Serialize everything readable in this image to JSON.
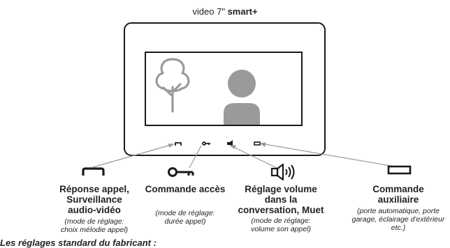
{
  "title": {
    "prefix": "video 7\"",
    "brand": "smart+"
  },
  "functions": [
    {
      "icon": "handset-icon",
      "heading": "Réponse appel, Surveillance audio-vidéo",
      "note": "(mode de réglage: choix mélodie appel)"
    },
    {
      "icon": "key-icon",
      "heading": "Commande accès",
      "note": "(mode de réglage: durée appel)"
    },
    {
      "icon": "speaker-volume-icon",
      "heading": "Réglage volume dans la conversation, Muet",
      "note": "(mode de réglage: volume son appel)"
    },
    {
      "icon": "auxiliary-rectangle-icon",
      "heading": "Commande auxiliaire",
      "note": "(porte automatique, porte garage, éclairage d'extérieur etc.)"
    }
  ],
  "footer": "Les réglages standard du fabricant :",
  "colors": {
    "line": "#9a9a9a",
    "ink": "#1a1a1a",
    "screen_fill": "#9a9a9a"
  }
}
